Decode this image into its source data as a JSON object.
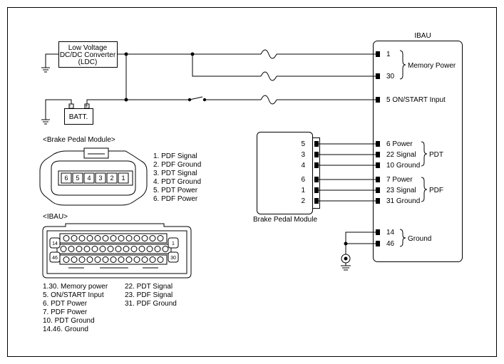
{
  "ecu": {
    "title": "IBAU",
    "pins": {
      "p1": "1",
      "p30": "30",
      "p5": "5 ON/START Input",
      "p6": "6 Power",
      "p22": "22 Signal",
      "p10": "10 Ground",
      "p7": "7 Power",
      "p23": "23 Signal",
      "p31": "31 Ground",
      "p14": "14",
      "p46": "46"
    },
    "groups": {
      "memory": "Memory Power",
      "pdt": "PDT",
      "pdf": "PDF",
      "ground": "Ground"
    }
  },
  "ldc": {
    "line1": "Low Voltage",
    "line2": "DC/DC Converter",
    "line3": "(LDC)"
  },
  "battery": {
    "label": "BATT.",
    "plus": "+",
    "minus": "-"
  },
  "brake_module": {
    "label": "Brake Pedal Module",
    "pins": [
      "5",
      "3",
      "4",
      "6",
      "1",
      "2"
    ]
  },
  "connector_bpm": {
    "title": "<Brake Pedal Module>",
    "pin_numbers": [
      "6",
      "5",
      "4",
      "3",
      "2",
      "1"
    ],
    "legend": [
      "1. PDF Signal",
      "2. PDF Ground",
      "3. PDT Signal",
      "4. PDT Ground",
      "5. PDT Power",
      "6. PDF Power"
    ]
  },
  "connector_ibau": {
    "title": "<IBAU>",
    "corner_pins": [
      "14",
      "1",
      "46",
      "30"
    ],
    "legend_left": [
      "1.30. Memory power",
      "5. ON/START Input",
      "6. PDT Power",
      "7. PDF Power",
      "10. PDT Ground",
      "14.46. Ground"
    ],
    "legend_right": [
      "22. PDT Signal",
      "23. PDF Signal",
      "31. PDF Ground"
    ]
  }
}
